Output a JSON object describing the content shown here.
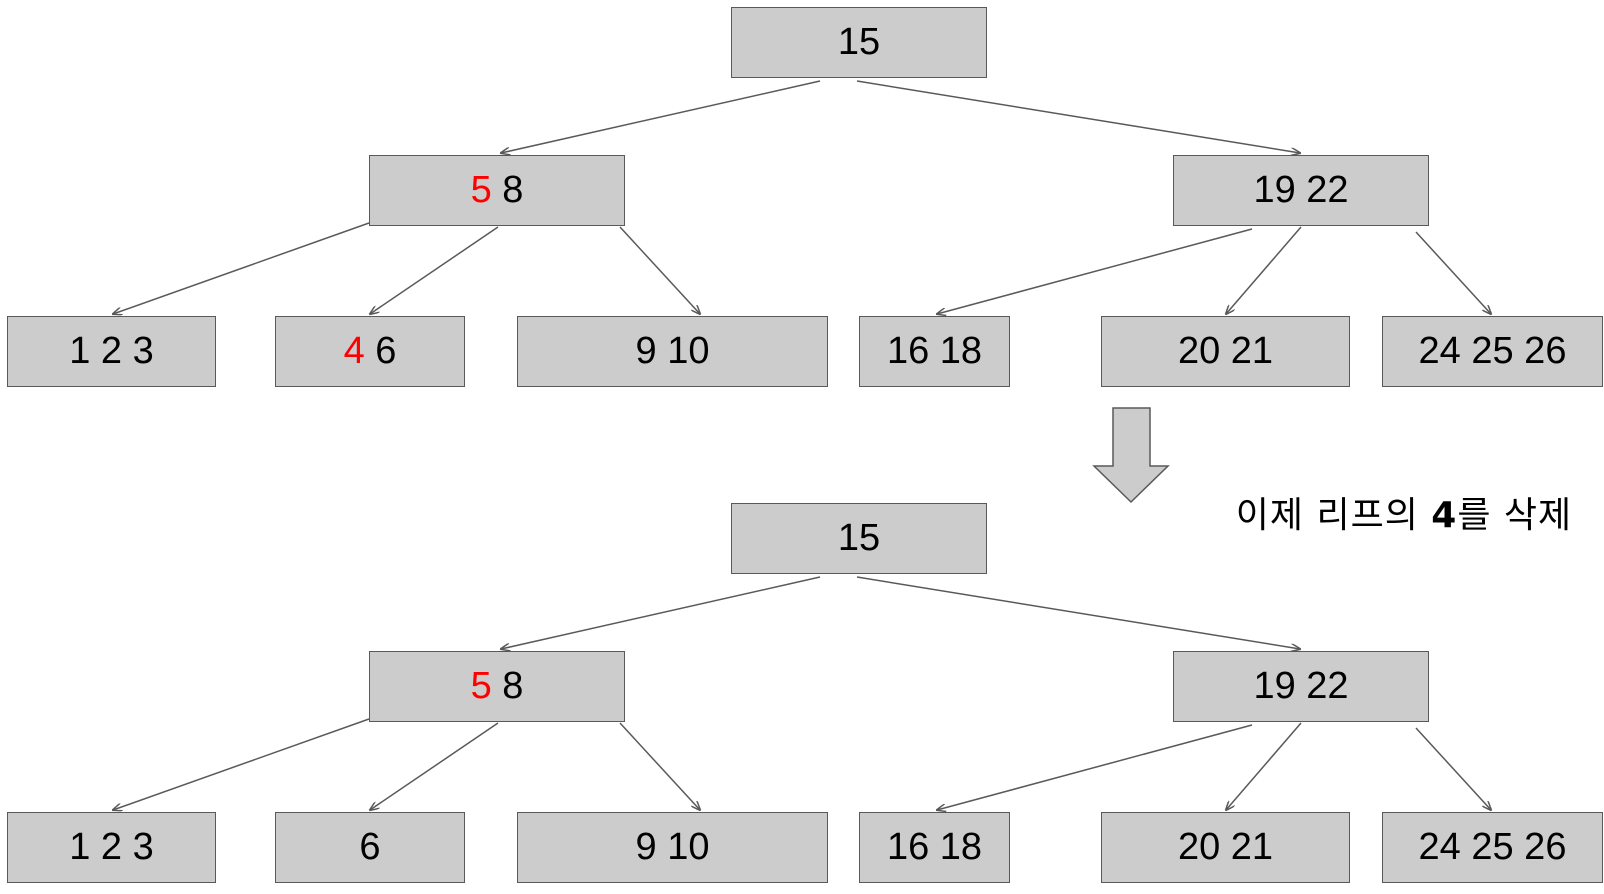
{
  "colors": {
    "node_fill": "#cccccc",
    "node_border": "#595959",
    "edge": "#595959",
    "highlight": "#ff0000",
    "text": "#000000",
    "arrow_fill": "#cccccc"
  },
  "before": {
    "root": {
      "parts": [
        {
          "text": "15"
        }
      ]
    },
    "internal_left": {
      "parts": [
        {
          "text": "5",
          "highlight": true
        },
        {
          "text": " 8"
        }
      ]
    },
    "internal_right": {
      "parts": [
        {
          "text": "19 22"
        }
      ]
    },
    "leaves": [
      {
        "parts": [
          {
            "text": "1 2 3"
          }
        ]
      },
      {
        "parts": [
          {
            "text": "4",
            "highlight": true
          },
          {
            "text": " 6"
          }
        ]
      },
      {
        "parts": [
          {
            "text": "9 10"
          }
        ]
      },
      {
        "parts": [
          {
            "text": "16 18"
          }
        ]
      },
      {
        "parts": [
          {
            "text": "20 21"
          }
        ]
      },
      {
        "parts": [
          {
            "text": "24 25 26"
          }
        ]
      }
    ]
  },
  "after": {
    "root": {
      "parts": [
        {
          "text": "15"
        }
      ]
    },
    "internal_left": {
      "parts": [
        {
          "text": "5",
          "highlight": true
        },
        {
          "text": " 8"
        }
      ]
    },
    "internal_right": {
      "parts": [
        {
          "text": "19 22"
        }
      ]
    },
    "leaves": [
      {
        "parts": [
          {
            "text": "1 2 3"
          }
        ]
      },
      {
        "parts": [
          {
            "text": "6"
          }
        ]
      },
      {
        "parts": [
          {
            "text": "9 10"
          }
        ]
      },
      {
        "parts": [
          {
            "text": "16 18"
          }
        ]
      },
      {
        "parts": [
          {
            "text": "20 21"
          }
        ]
      },
      {
        "parts": [
          {
            "text": "24 25 26"
          }
        ]
      }
    ]
  },
  "transition": {
    "caption_pre": "이제 리프의 ",
    "caption_num": "4",
    "caption_post": "를 삭제",
    "arrow_icon": "down-arrow-icon"
  }
}
